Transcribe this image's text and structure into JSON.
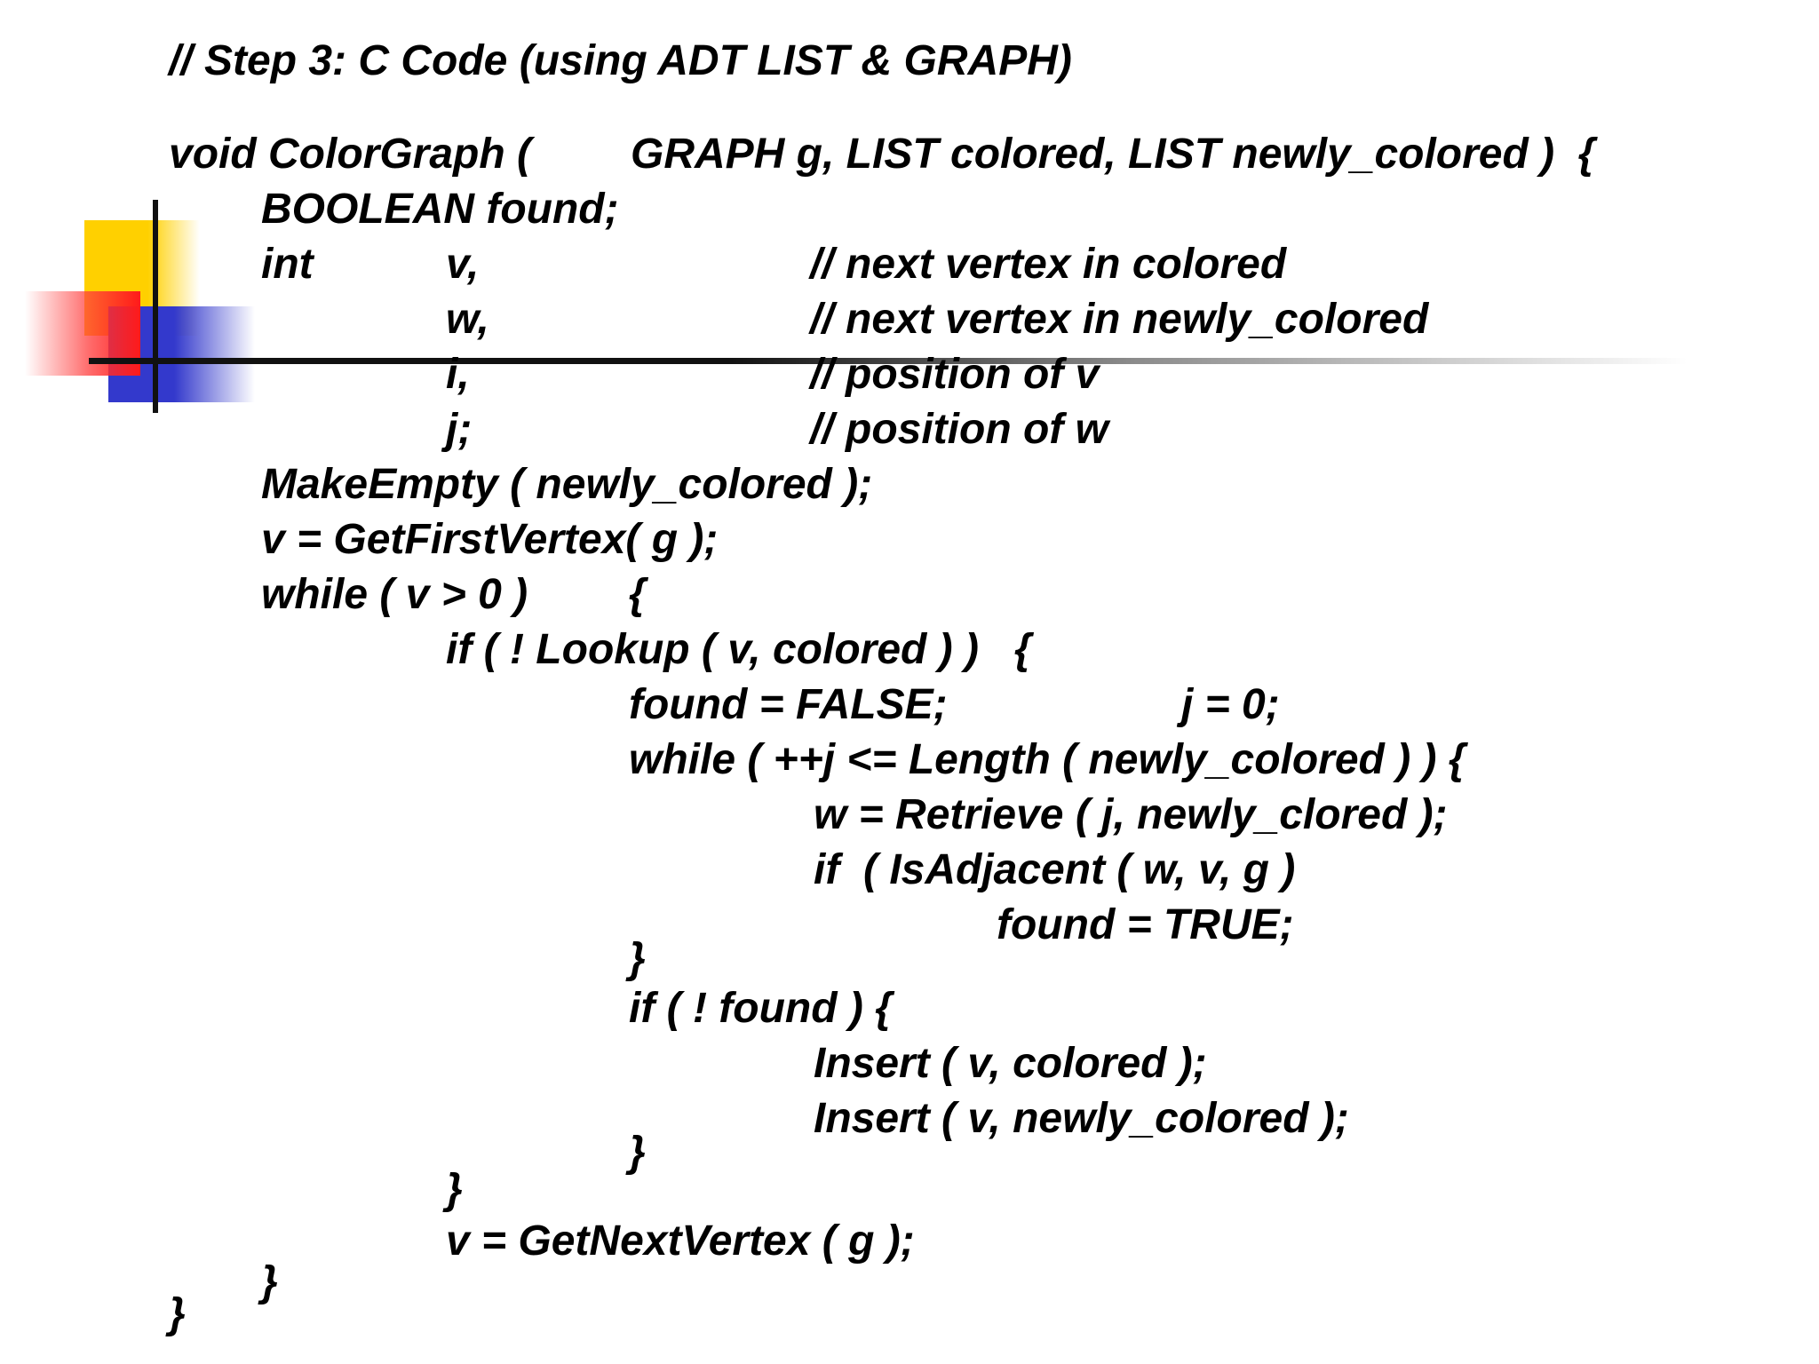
{
  "title": "// Step 3: C Code (using ADT LIST & GRAPH)",
  "code": {
    "func_decl": "void ColorGraph (",
    "func_params": "GRAPH g, LIST colored, LIST newly_colored )  {",
    "boolean_decl": "BOOLEAN found;",
    "int_kw": "int",
    "var_v": "v,",
    "cmt_v": "// next vertex in colored",
    "var_w": "w,",
    "cmt_w": "// next vertex in newly_colored",
    "var_i": "i,",
    "cmt_i": "// position of v",
    "var_j": "j;",
    "cmt_j": "// position of w",
    "make_empty": "MakeEmpty ( newly_colored );",
    "get_first": "v = GetFirstVertex( g );",
    "while_outer": "while ( v > 0 )",
    "while_outer_brace": "{",
    "if_lookup": "if ( ! Lookup ( v, colored ) )   {",
    "found_false": "found = FALSE;",
    "j_zero": "j = 0;",
    "while_inner": "while ( ++j <= Length ( newly_colored ) ) {",
    "retrieve": "w = Retrieve ( j, newly_clored );",
    "if_adjacent": "if  ( IsAdjacent ( w, v, g )",
    "found_true": "found = TRUE;",
    "close_while_inner": "}",
    "if_not_found": "if ( ! found ) {",
    "insert_colored": "Insert ( v, colored );",
    "insert_newly": "Insert ( v, newly_colored );",
    "close_if_not_found": "}",
    "close_if_lookup": "}",
    "get_next": "v = GetNextVertex ( g );",
    "close_while_outer": "}",
    "close_func": "}"
  }
}
